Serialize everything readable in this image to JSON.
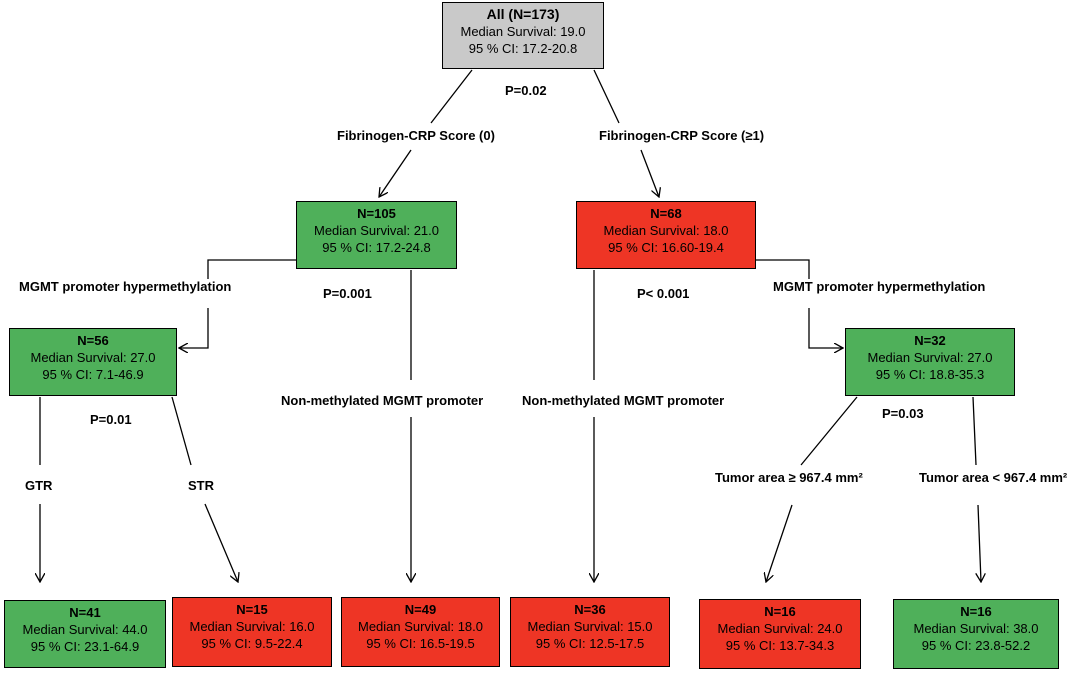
{
  "colors": {
    "root": "#c9c9c9",
    "green": "#4fb05a",
    "red": "#ee3525"
  },
  "nodes": {
    "root": {
      "n": "All (N=173)",
      "median": "Median Survival: 19.0",
      "ci": "95 % CI: 17.2-20.8"
    },
    "n105": {
      "n": "N=105",
      "median": "Median Survival: 21.0",
      "ci": "95 % CI: 17.2-24.8",
      "color": "green"
    },
    "n68": {
      "n": "N=68",
      "median": "Median Survival: 18.0",
      "ci": "95 % CI: 16.60-19.4",
      "color": "red"
    },
    "n56": {
      "n": "N=56",
      "median": "Median Survival: 27.0",
      "ci": "95 % CI: 7.1-46.9",
      "color": "green"
    },
    "n32": {
      "n": "N=32",
      "median": "Median Survival: 27.0",
      "ci": "95 % CI: 18.8-35.3",
      "color": "green"
    },
    "n41": {
      "n": "N=41",
      "median": "Median Survival: 44.0",
      "ci": "95 % CI: 23.1-64.9",
      "color": "green"
    },
    "n15": {
      "n": "N=15",
      "median": "Median Survival: 16.0",
      "ci": "95 % CI: 9.5-22.4",
      "color": "red"
    },
    "n49": {
      "n": "N=49",
      "median": "Median Survival: 18.0",
      "ci": "95 % CI: 16.5-19.5",
      "color": "red"
    },
    "n36": {
      "n": "N=36",
      "median": "Median Survival: 15.0",
      "ci": "95 % CI: 12.5-17.5",
      "color": "red"
    },
    "n16a": {
      "n": "N=16",
      "median": "Median Survival: 24.0",
      "ci": "95 % CI: 13.7-34.3",
      "color": "red"
    },
    "n16b": {
      "n": "N=16",
      "median": "Median Survival: 38.0",
      "ci": "95 % CI: 23.8-52.2",
      "color": "green"
    }
  },
  "labels": {
    "p_root": "P=0.02",
    "fcrp0": "Fibrinogen-CRP Score (0)",
    "fcrp1": "Fibrinogen-CRP Score (≥1)",
    "mgmt_hyper_left": "MGMT promoter hypermethylation",
    "p_105": "P=0.001",
    "p_68": "P< 0.001",
    "mgmt_hyper_right": "MGMT promoter hypermethylation",
    "nonmeth_left": "Non-methylated MGMT promoter",
    "nonmeth_right": "Non-methylated MGMT promoter",
    "p_56": "P=0.01",
    "p_32": "P=0.03",
    "gtr": "GTR",
    "str": "STR",
    "tumor_ge": "Tumor area ≥ 967.4 mm²",
    "tumor_lt": "Tumor area < 967.4 mm²"
  }
}
